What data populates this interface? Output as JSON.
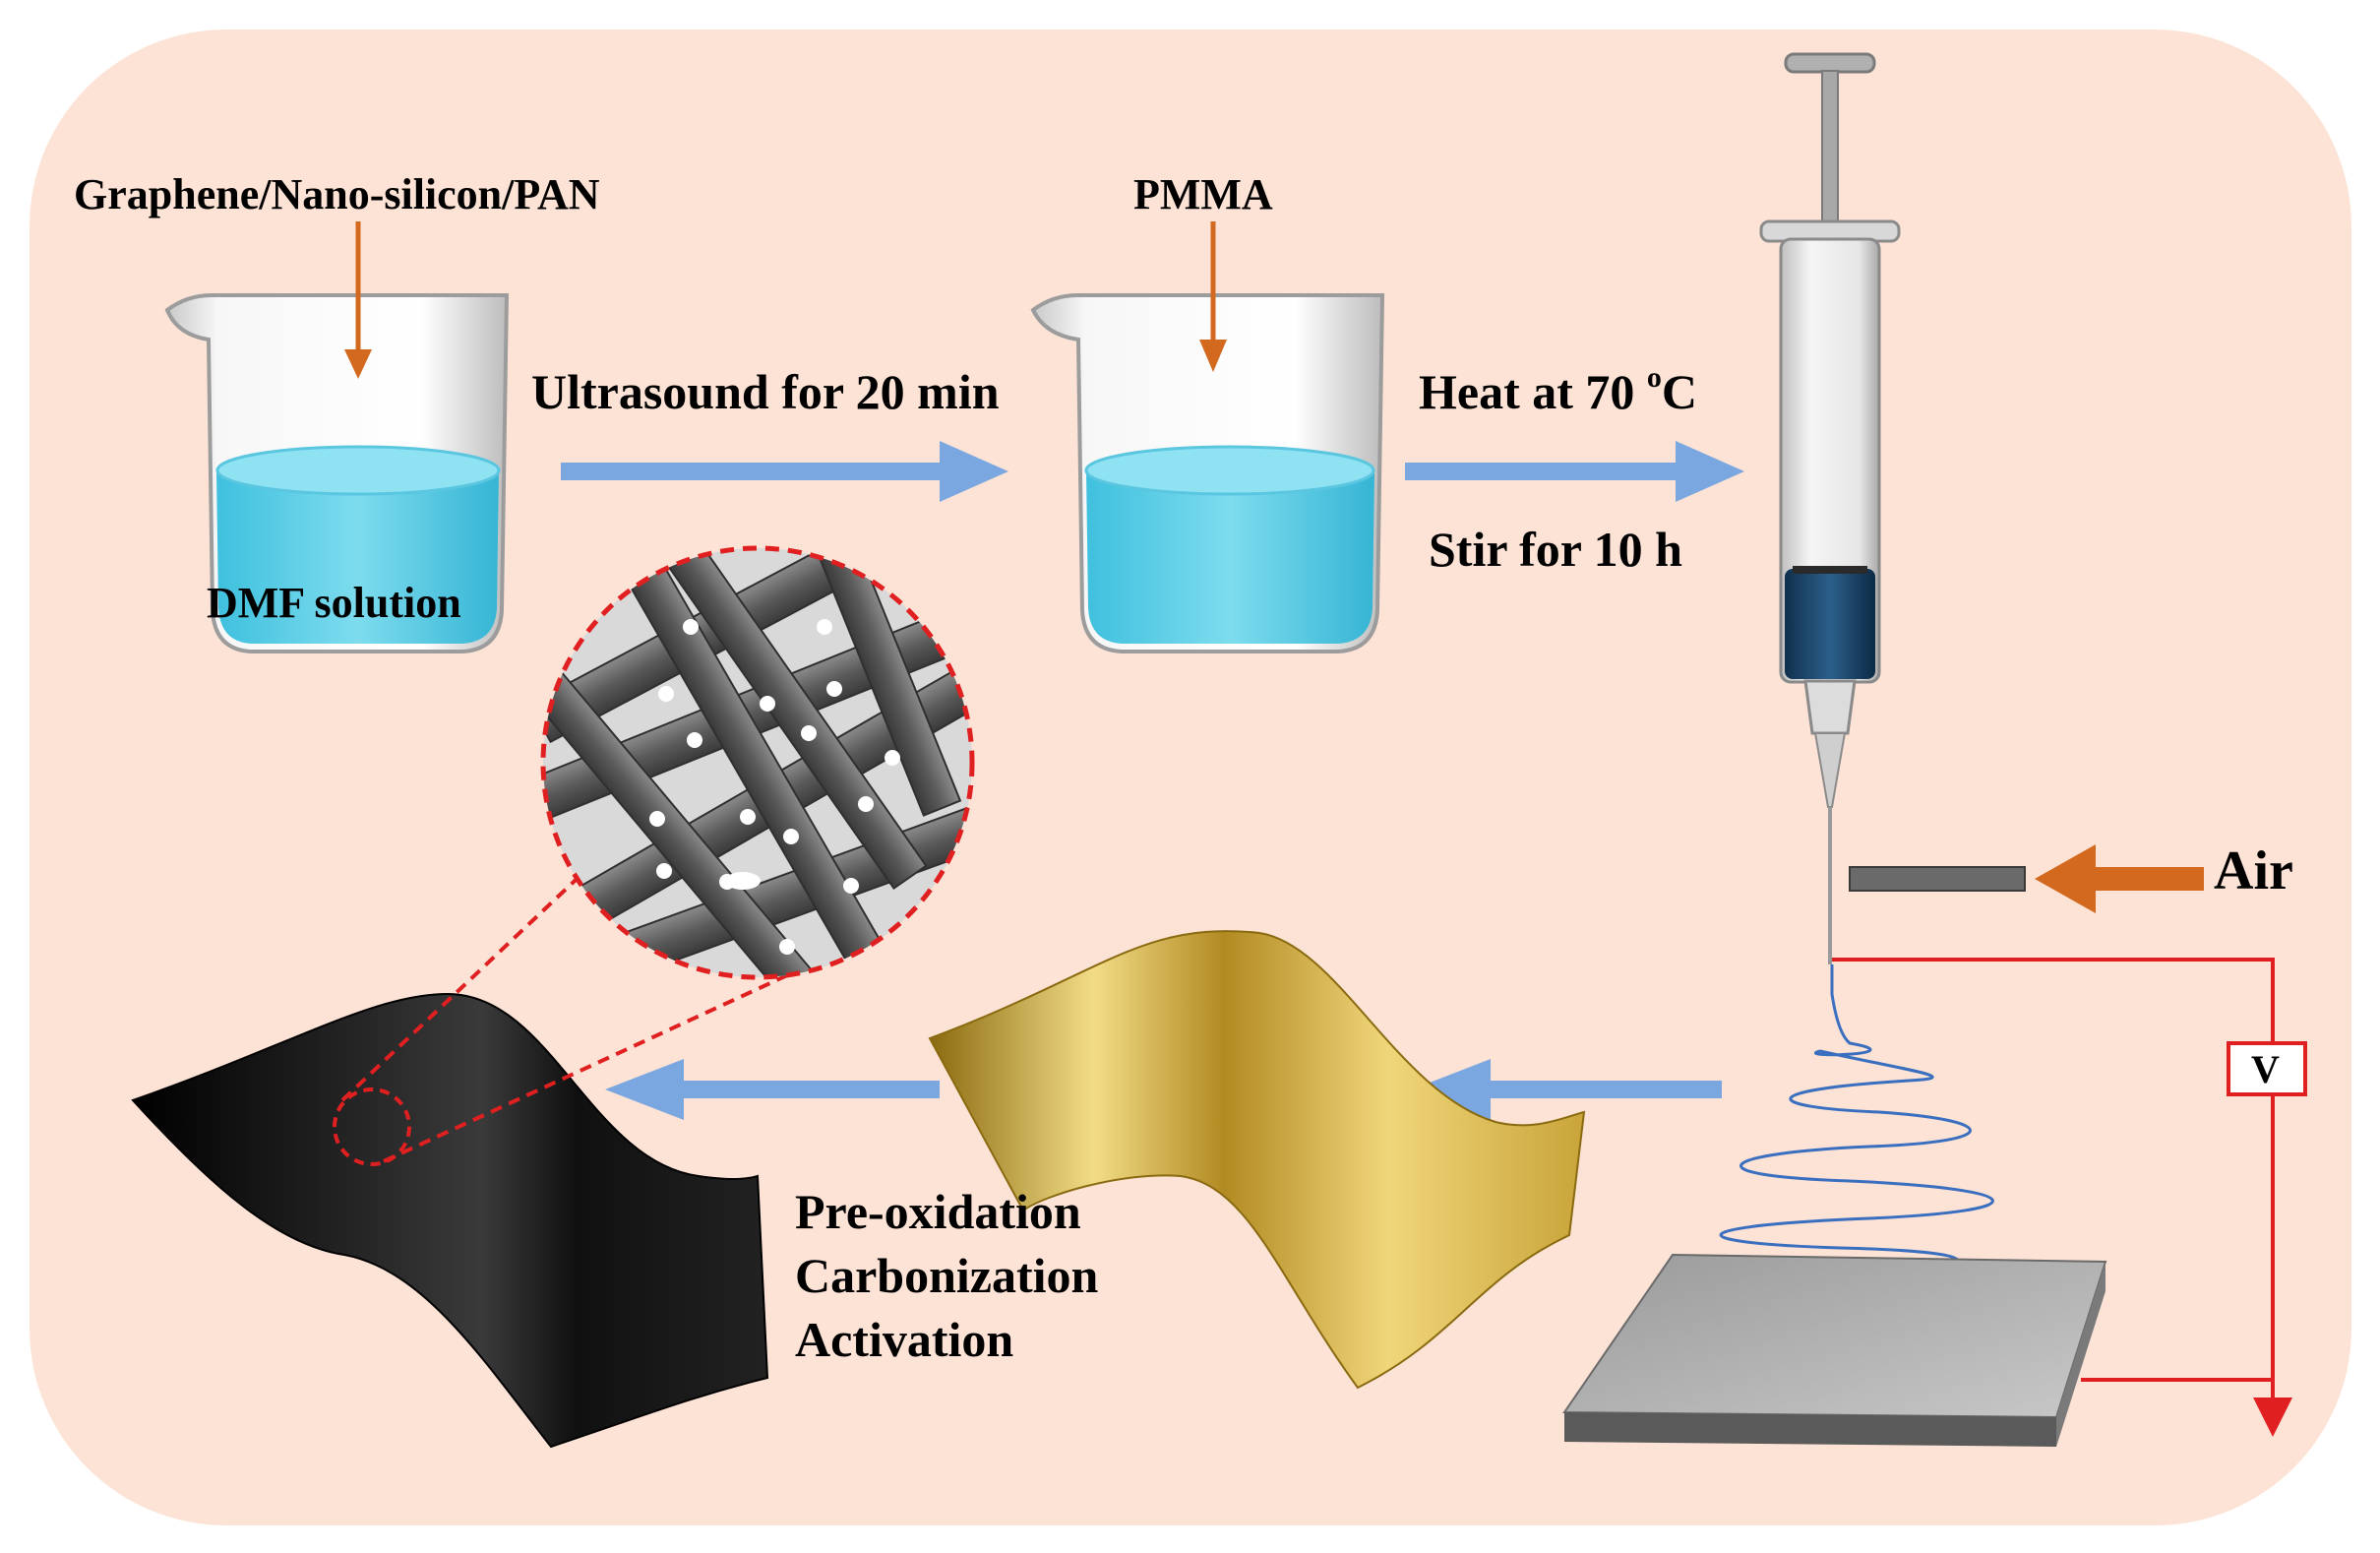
{
  "labels": {
    "precursor": "Graphene/Nano-silicon/PAN",
    "dmf": "DMF solution",
    "pmma": "PMMA",
    "ultrasound": "Ultrasound for 20 min",
    "heat": "Heat at 70 ",
    "heat_sup": "o",
    "heat_unit": "C",
    "stir": "Stir for 10 h",
    "air": "Air",
    "voltage": "V",
    "step1": "Pre-oxidation",
    "step2": "Carbonization",
    "step3": "Activation"
  },
  "colors": {
    "panel": "#fde3d6",
    "solution": "#5cd0e8",
    "arrow_blue": "#7aa7e0",
    "arrow_orange": "#d2691e",
    "circuit_red": "#e02020",
    "fiber_blue": "#3a6fc0",
    "gold_film": "#d9b64a",
    "carbon_film": "#141414"
  }
}
